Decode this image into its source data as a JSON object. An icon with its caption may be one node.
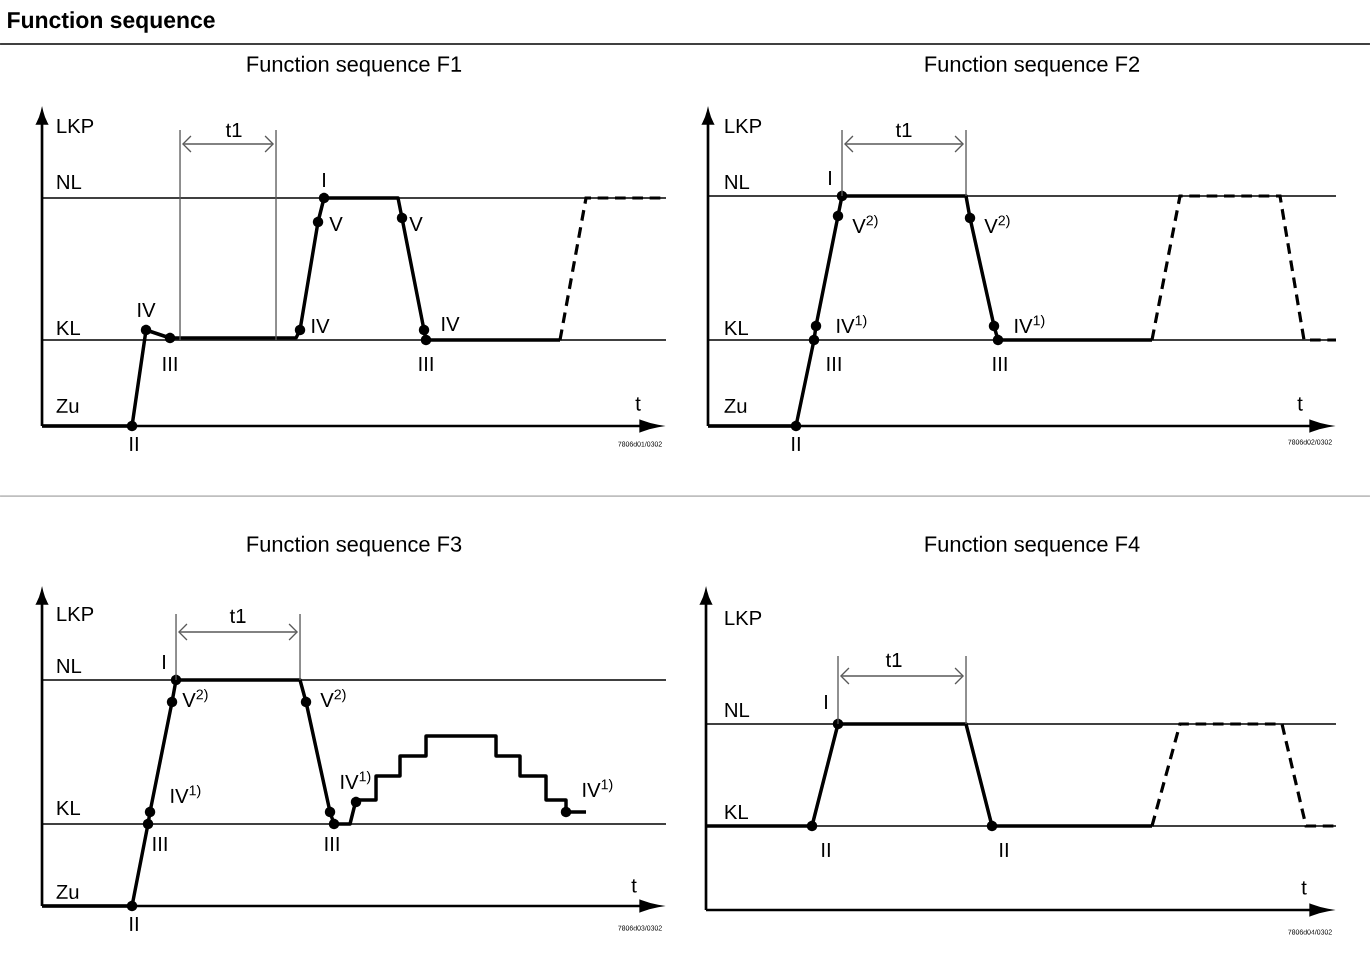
{
  "diagram": {
    "title": "Function sequence",
    "labels": [
      "Function sequence F1",
      "LKP",
      "t1",
      "NL",
      "I",
      "V",
      "V",
      "IV",
      "KL",
      "IV",
      "IV",
      "III",
      "III",
      "Zu",
      "t",
      "II",
      "7806d01/0302",
      "Function sequence F2",
      "LKP",
      "t1",
      "NL",
      "I",
      "V$^{2)}$",
      "V$^{2)}$",
      "KL",
      "IV$^{1)}$",
      "IV$^{1)}$",
      "III",
      "III",
      "Zu",
      "t",
      "II",
      "7806d02/0302",
      "Function sequence F3",
      "LKP",
      "t1",
      "NL",
      "I",
      "V$^{2)}$",
      "V$^{2)}$",
      "IV$^{1)}$",
      "IV$^{1)}$",
      "IV$^{1)}$",
      "KL",
      "III",
      "III",
      "Zu",
      "t",
      "II",
      "7806d03/0302",
      "Function sequence F4",
      "LKP",
      "t1",
      "NL",
      "I",
      "KL",
      "II",
      "II",
      "t",
      "7806d04/0302"
    ]
  }
}
